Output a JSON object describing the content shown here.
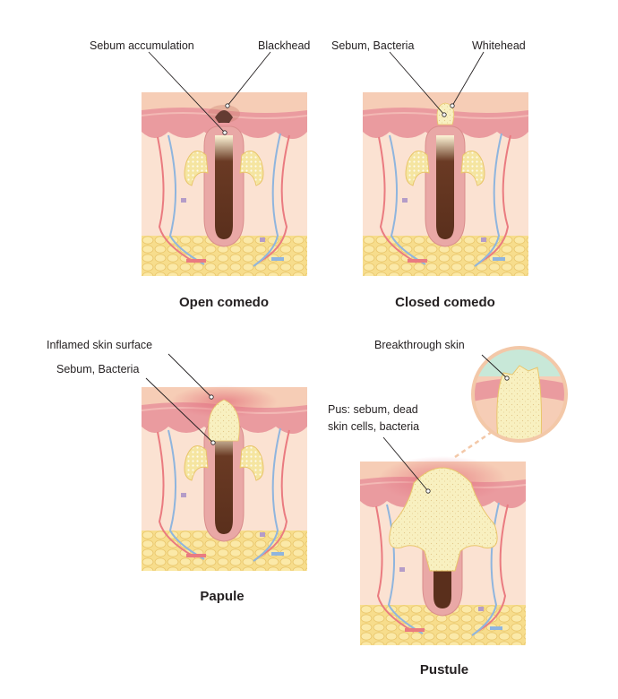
{
  "panels": {
    "open": {
      "title": "Open comedo",
      "labels": {
        "sebum": "Sebum accumulation",
        "plug": "Blackhead"
      }
    },
    "closed": {
      "title": "Closed comedo",
      "labels": {
        "sebum": "Sebum, Bacteria",
        "plug": "Whitehead"
      }
    },
    "papule": {
      "title": "Papule",
      "labels": {
        "surface": "Inflamed skin surface",
        "sebum": "Sebum, Bacteria"
      }
    },
    "pustule": {
      "title": "Pustule",
      "labels": {
        "pus_line1": "Pus: sebum, dead",
        "pus_line2": "skin cells, bacteria",
        "inset": "Breakthrough skin"
      }
    }
  },
  "colors": {
    "epidermis_top": "#f6cdb6",
    "epidermis_band": "#ea9b9f",
    "dermis": "#fbe2d2",
    "fat": "#f7dd8c",
    "sebum": "#f8f0c0",
    "gland": "#f5e5a0",
    "hair": "#6a3a24",
    "blackhead": "#2e1a14",
    "artery": "#ea7b80",
    "vein": "#8fb5de",
    "inset_sky": "#c8e8d8"
  }
}
